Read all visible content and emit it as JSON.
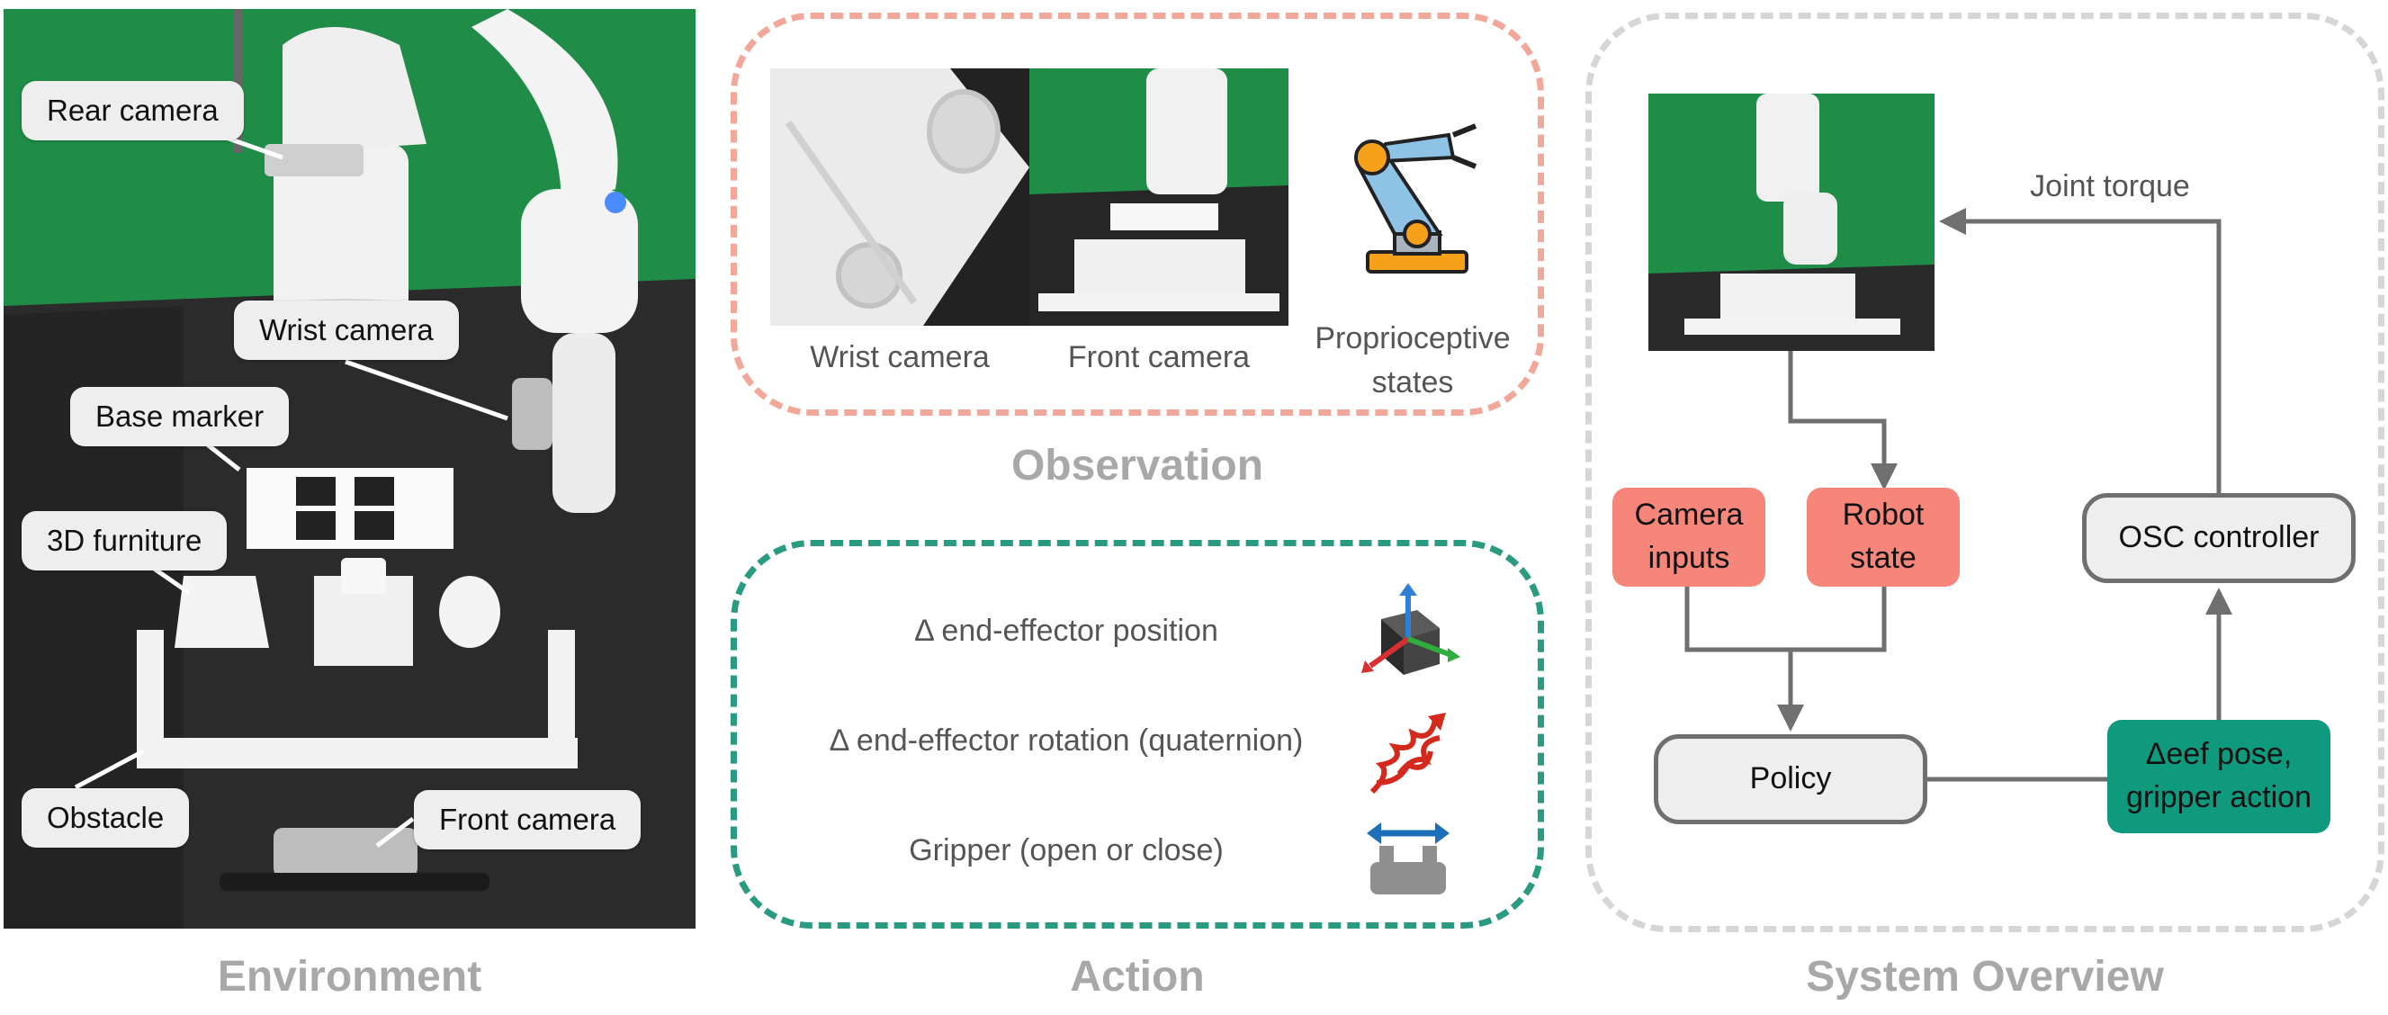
{
  "sections": {
    "environment": "Environment",
    "observation": "Observation",
    "action": "Action",
    "system_overview": "System Overview"
  },
  "environment": {
    "callouts": [
      "Rear camera",
      "Wrist camera",
      "Base marker",
      "3D furniture",
      "Obstacle",
      "Front camera"
    ]
  },
  "observation": {
    "wrist_camera": "Wrist camera",
    "front_camera": "Front camera",
    "proprioceptive": "Proprioceptive\nstates"
  },
  "action": {
    "items": [
      {
        "label": "Δ end-effector position",
        "icon": "xyz-axes-icon"
      },
      {
        "label": "Δ end-effector rotation (quaternion)",
        "icon": "rotation-scribble-icon"
      },
      {
        "label": "Gripper (open or close)",
        "icon": "gripper-icon"
      }
    ]
  },
  "system": {
    "joint_torque": "Joint torque",
    "camera_inputs": "Camera\ninputs",
    "robot_state": "Robot\nstate",
    "osc_controller": "OSC controller",
    "policy": "Policy",
    "eef_action": "Δeef pose,\ngripper action"
  },
  "colors": {
    "observation_border": "#f2a79b",
    "action_border": "#2a9a80",
    "system_border": "#d6d6d6",
    "pink_node": "#f6867a",
    "teal_node": "#0f9a7e",
    "arrow": "#6f6f6f",
    "section_title": "#a8a8a8"
  }
}
